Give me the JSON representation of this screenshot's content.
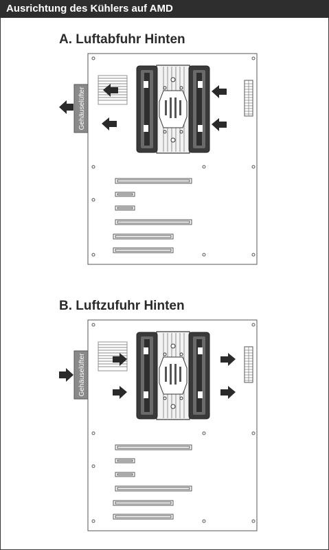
{
  "header": {
    "title": "Ausrichtung des Kühlers auf AMD"
  },
  "sections": [
    {
      "title": "A. Luftabfuhr Hinten",
      "case_fan_label": "Gehäuselüfter",
      "airflow": "exhaust-rear"
    },
    {
      "title": "B. Luftzufuhr Hinten",
      "case_fan_label": "Gehäuselüfter",
      "airflow": "intake-rear"
    }
  ],
  "colors": {
    "header_bg": "#2e2e2e",
    "line": "#555555",
    "fan": "#3a3a3a",
    "arrow": "#2a2a2a",
    "case_fan": "#8a8a8a"
  }
}
